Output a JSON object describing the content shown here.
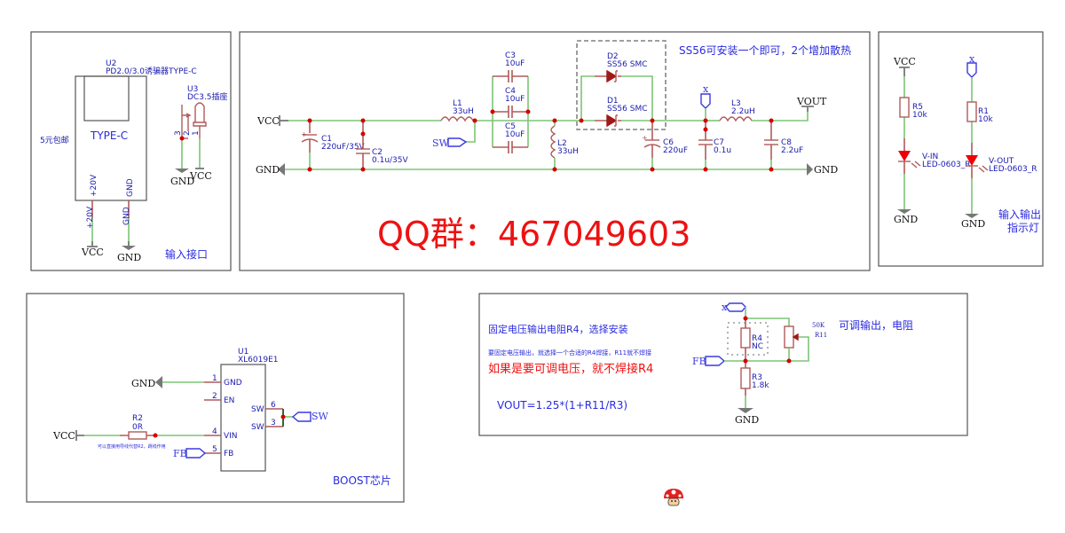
{
  "colors": {
    "wire": "#7cc576",
    "pin": "#b05a5a",
    "junction": "#d40000",
    "label": "#1a1ab0",
    "qq": "#ee1111"
  },
  "input_panel": {
    "u2_ref": "U2",
    "u2_value": "PD2.0/3.0诱骗器TYPE-C",
    "u2_body": "TYPE-C",
    "note_left": "5元包邮",
    "pin_20v": "+20V",
    "pin_gnd": "GND",
    "net_20v": "+20V",
    "net_gnd": "GND",
    "vcc": "VCC",
    "gnd": "GND",
    "u3_ref": "U3",
    "u3_value": "DC3.5插座",
    "u3_pin3": "3",
    "u3_pin2": "2",
    "u3_pin1": "1",
    "u3_gnd": "GND",
    "u3_vcc": "VCC",
    "title": "输入接口"
  },
  "filter_panel": {
    "vcc": "VCC",
    "gnd": "GND",
    "gnd_right": "GND",
    "vout": "VOUT",
    "sw": "SW",
    "x_flag": "x",
    "c1": {
      "ref": "C1",
      "value": "220uF/35V"
    },
    "c2": {
      "ref": "C2",
      "value": "0.1u/35V"
    },
    "l1": {
      "ref": "L1",
      "value": "33uH"
    },
    "c3": {
      "ref": "C3",
      "value": "10uF"
    },
    "c4": {
      "ref": "C4",
      "value": "10uF"
    },
    "c5": {
      "ref": "C5",
      "value": "10uF"
    },
    "l2": {
      "ref": "L2",
      "value": "33uH"
    },
    "d2": {
      "ref": "D2",
      "value": "SS56 SMC"
    },
    "d1": {
      "ref": "D1",
      "value": "SS56 SMC"
    },
    "c6": {
      "ref": "C6",
      "value": "220uF"
    },
    "c7": {
      "ref": "C7",
      "value": "0.1u"
    },
    "l3": {
      "ref": "L3",
      "value": "2.2uH"
    },
    "c8": {
      "ref": "C8",
      "value": "2.2uF"
    },
    "note": "SS56可安装一个即可，2个增加散热",
    "qq": "QQ群：467049603"
  },
  "led_panel": {
    "vcc": "VCC",
    "x_flag": "x",
    "r5": {
      "ref": "R5",
      "value": "10k"
    },
    "r1": {
      "ref": "R1",
      "value": "10k"
    },
    "led1": {
      "ref": "V-IN",
      "value": "LED-0603_R"
    },
    "led2": {
      "ref": "V-OUT",
      "value": "LED-0603_R"
    },
    "gnd1": "GND",
    "gnd2": "GND",
    "title_line1": "输入输出",
    "title_line2": "指示灯"
  },
  "boost_panel": {
    "u1_ref": "U1",
    "u1_value": "XL6019E1",
    "pins": [
      {
        "num": "1",
        "name": "GND"
      },
      {
        "num": "2",
        "name": "EN"
      },
      {
        "num": "4",
        "name": "VIN"
      },
      {
        "num": "5",
        "name": "FB"
      },
      {
        "num": "6",
        "name": "SW"
      },
      {
        "num": "3",
        "name": "SW"
      }
    ],
    "gnd": "GND",
    "vcc": "VCC",
    "fb": "FB",
    "sw": "SW",
    "r2": {
      "ref": "R2",
      "value": "0R"
    },
    "r2_note": "可以直接用导线代替R2，跳线作用",
    "title": "BOOST芯片"
  },
  "feedback_panel": {
    "note1": "固定电压输出电阻R4，选择安装",
    "note2": "要固定电压输出，就选择一个合适的R4焊接，R11就不焊接",
    "note3": "如果是要可调电压，就不焊接R4",
    "formula": "VOUT=1.25*(1+R11/R3)",
    "x_flag": "x",
    "fb": "FB",
    "gnd": "GND",
    "r4": {
      "ref": "R4",
      "value": "NC"
    },
    "r3": {
      "ref": "R3",
      "value": "1.8k"
    },
    "r11": {
      "ref": "R11",
      "value": "50K"
    },
    "note_right": "可调输出，电阻"
  },
  "icons": {
    "logo": "mushroom-icon"
  }
}
